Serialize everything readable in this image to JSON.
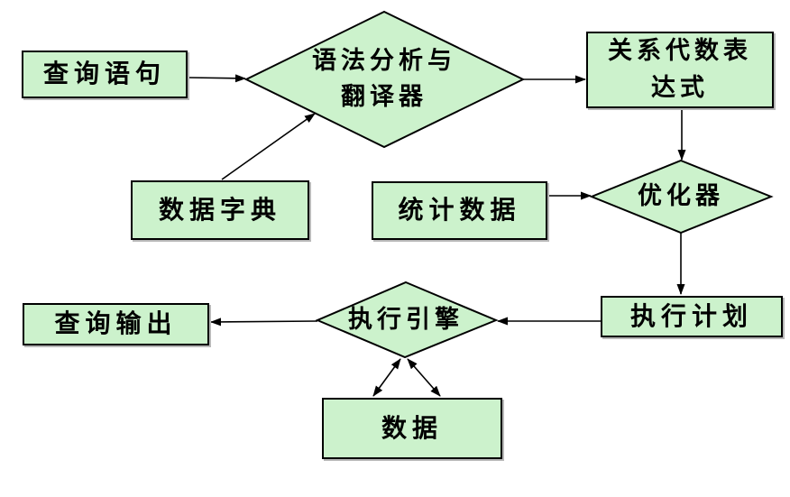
{
  "diagram": {
    "title": "query-processing-flowchart",
    "colors": {
      "node_fill": "#ccf2cc",
      "node_border": "#000000",
      "arrow": "#000000",
      "background": "#ffffff",
      "shadow": "#b8b8b8"
    },
    "nodes": {
      "query_statement": {
        "label": "查询语句",
        "shape": "rect"
      },
      "parser_translator": {
        "label": "语法分析与\n翻译器",
        "shape": "diamond"
      },
      "relational_algebra": {
        "label": "关系代数表\n达式",
        "shape": "rect"
      },
      "data_dictionary": {
        "label": "数据字典",
        "shape": "rect"
      },
      "statistics": {
        "label": "统计数据",
        "shape": "rect"
      },
      "optimizer": {
        "label": "优化器",
        "shape": "diamond"
      },
      "execution_plan": {
        "label": "执行计划",
        "shape": "rect"
      },
      "execution_engine": {
        "label": "执行引擎",
        "shape": "diamond"
      },
      "query_output": {
        "label": "查询输出",
        "shape": "rect"
      },
      "data": {
        "label": "数据",
        "shape": "rect"
      }
    },
    "edges": [
      {
        "from": "query_statement",
        "to": "parser_translator",
        "type": "arrow"
      },
      {
        "from": "parser_translator",
        "to": "relational_algebra",
        "type": "arrow"
      },
      {
        "from": "data_dictionary",
        "to": "parser_translator",
        "type": "arrow"
      },
      {
        "from": "relational_algebra",
        "to": "optimizer",
        "type": "arrow"
      },
      {
        "from": "statistics",
        "to": "optimizer",
        "type": "arrow"
      },
      {
        "from": "optimizer",
        "to": "execution_plan",
        "type": "arrow"
      },
      {
        "from": "execution_plan",
        "to": "execution_engine",
        "type": "arrow"
      },
      {
        "from": "execution_engine",
        "to": "query_output",
        "type": "arrow"
      },
      {
        "from": "execution_engine",
        "to": "data",
        "type": "double-arrow"
      },
      {
        "from": "execution_engine",
        "to": "data",
        "type": "double-arrow"
      }
    ]
  }
}
